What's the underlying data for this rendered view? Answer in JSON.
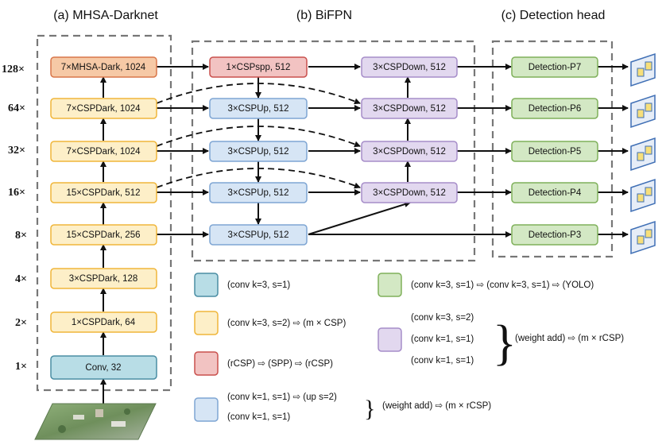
{
  "titles": {
    "darknet": "(a) MHSA-Darknet",
    "bifpn": "(b) BiFPN",
    "head": "(c) Detection head"
  },
  "scale_labels": [
    "128×",
    "64×",
    "32×",
    "16×",
    "8×",
    "4×",
    "2×",
    "1×"
  ],
  "darknet_blocks": [
    "7×MHSA-Dark, 1024",
    "7×CSPDark, 1024",
    "7×CSPDark, 1024",
    "15×CSPDark, 512",
    "15×CSPDark, 256",
    "3×CSPDark, 128",
    "1×CSPDark, 64",
    "Conv, 32"
  ],
  "bifpn_left": [
    "1×CSPspp, 512",
    "3×CSPUp, 512",
    "3×CSPUp, 512",
    "3×CSPUp, 512",
    "3×CSPUp, 512"
  ],
  "bifpn_right": [
    "3×CSPDown, 512",
    "3×CSPDown, 512",
    "3×CSPDown, 512",
    "3×CSPDown, 512"
  ],
  "detection_blocks": [
    "Detection-P7",
    "Detection-P6",
    "Detection-P5",
    "Detection-P4",
    "Detection-P3"
  ],
  "legend": {
    "teal": "(conv k=3, s=1)",
    "yellow": "(conv k=3, s=2) ⇨ (m × CSP)",
    "red": "(rCSP) ⇨ (SPP) ⇨ (rCSP)",
    "blue_line1": "(conv k=1, s=1) ⇨ (up s=2)",
    "blue_line2": "(conv k=1, s=1)",
    "blue_tail": "(weight add) ⇨  (m × rCSP)",
    "green": "(conv k=3, s=1) ⇨ (conv k=3, s=1) ⇨ (YOLO)",
    "purple_line1": "(conv k=3, s=2)",
    "purple_line2": "(conv k=1, s=1)",
    "purple_line3": "(conv k=1, s=1)",
    "purple_tail": "(weight add) ⇨ (m × rCSP)"
  },
  "colors": {
    "orange_fill": "#f6c9a6",
    "orange_stroke": "#d9774a",
    "yellow_fill": "#fdefc8",
    "yellow_stroke": "#f0b63a",
    "teal_fill": "#b8dde6",
    "teal_stroke": "#4a8da3",
    "red_fill": "#f2c3c2",
    "red_stroke": "#c9504d",
    "blue_fill": "#d6e5f5",
    "blue_stroke": "#7ea5d3",
    "purple_fill": "#e2d8ef",
    "purple_stroke": "#a68dc9",
    "green_fill": "#d3e8c4",
    "green_stroke": "#7fb05a",
    "dash": "#777777"
  },
  "icons": [
    "output-image-icon",
    "input-photo-icon"
  ]
}
